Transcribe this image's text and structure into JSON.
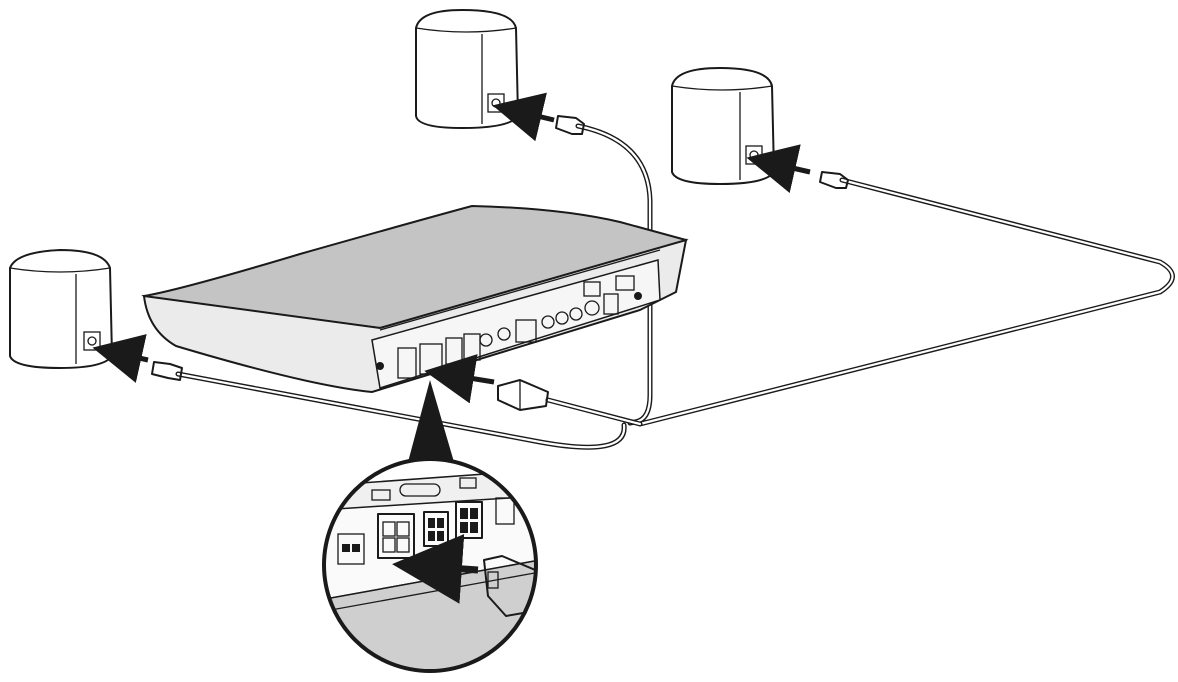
{
  "figure": {
    "items": [
      "speaker-rear-left",
      "speaker-rear-center",
      "speaker-rear-right",
      "console",
      "speaker-cable",
      "connector-detail-callout"
    ]
  },
  "colors": {
    "line": "#1a1a1a",
    "speaker_fill": "#d4d4d4",
    "console_top": "#c4c4c4",
    "console_front": "#ebebeb",
    "background": "#ffffff"
  }
}
